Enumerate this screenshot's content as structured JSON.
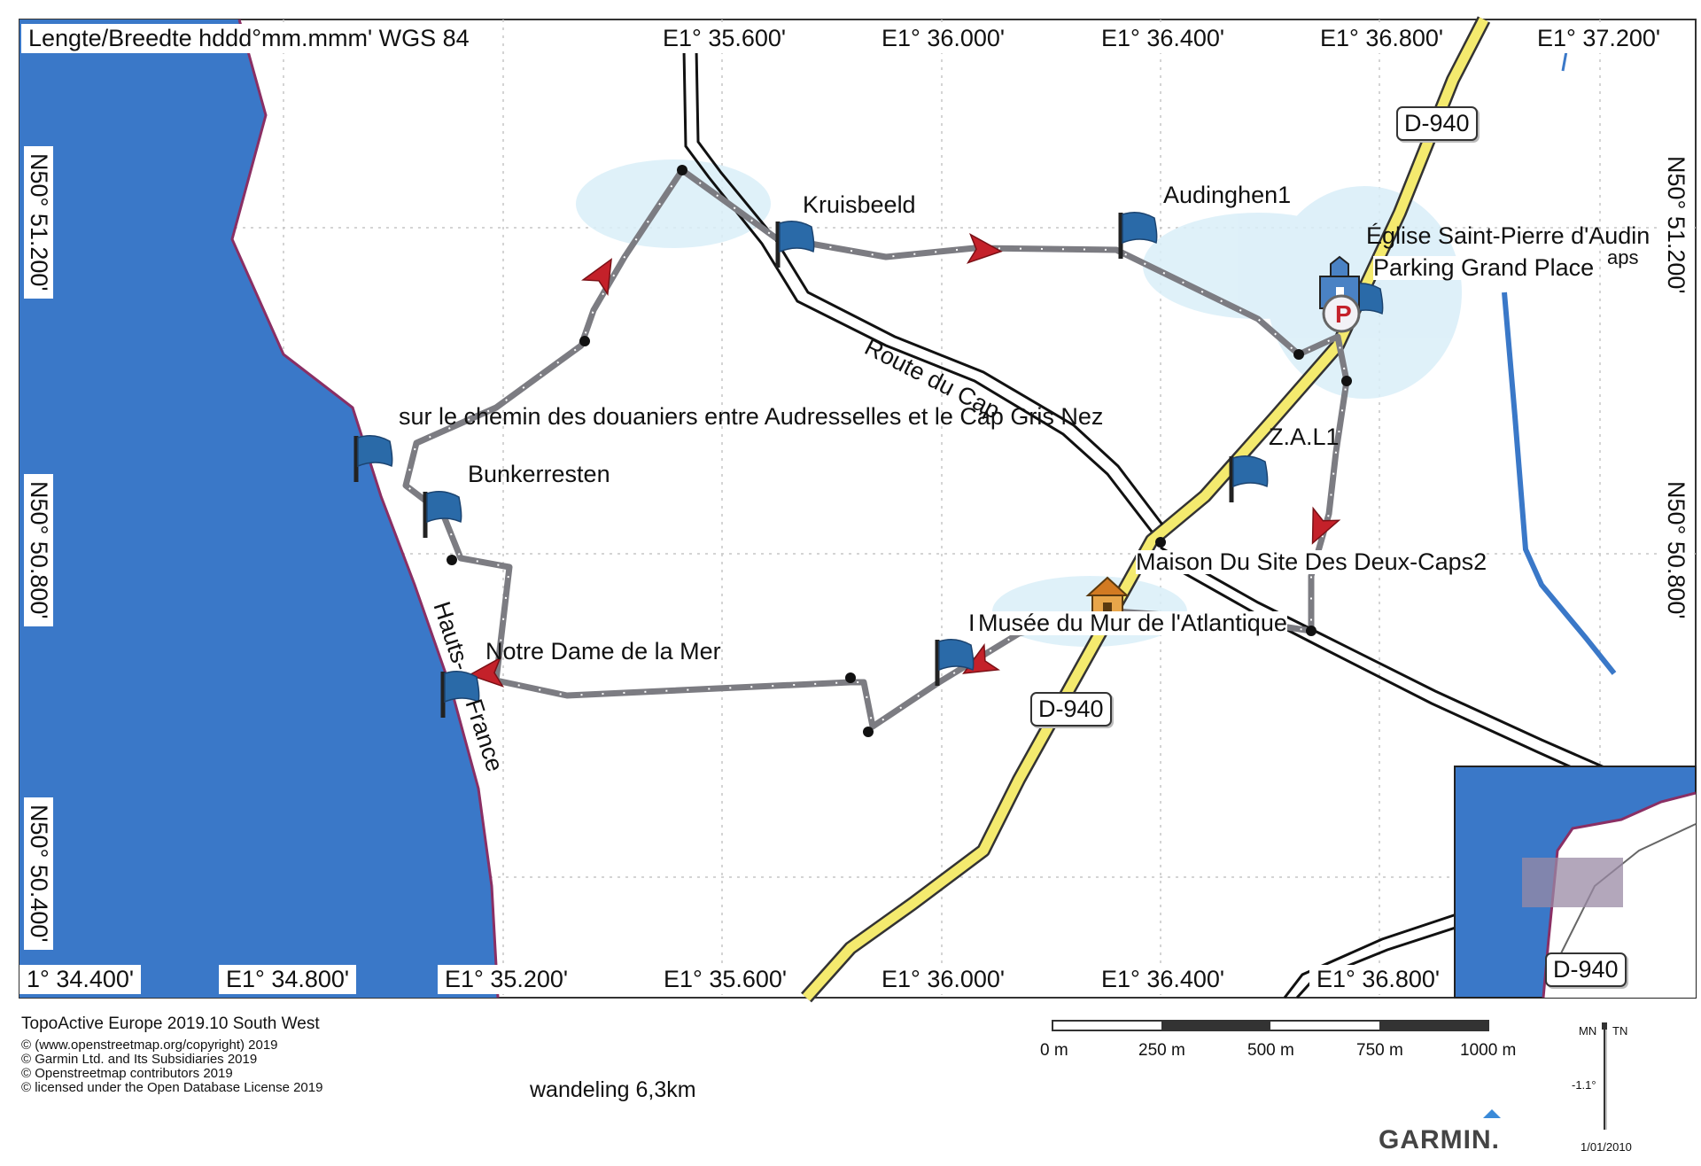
{
  "map": {
    "coord_system": "Lengte/Breedte hddd°mm.mmm' WGS 84",
    "top_longitudes": [
      "E1° 35.600'",
      "E1° 36.000'",
      "E1° 36.400'",
      "E1° 36.800'",
      "E1° 37.200'"
    ],
    "bottom_longitudes": [
      "1° 34.400'",
      "E1° 34.800'",
      "E1° 35.200'",
      "E1° 35.600'",
      "E1° 36.000'",
      "E1° 36.400'",
      "E1° 36.800'"
    ],
    "left_latitudes": [
      "N50° 51.200'",
      "N50° 50.800'",
      "N50° 50.400'"
    ],
    "right_latitudes": [
      "N50° 51.200'",
      "N50° 50.800'"
    ],
    "roads": {
      "d940_label": "D-940",
      "route_du_cap": "Route du Cap",
      "coast_label_1": "Hauts-",
      "coast_label_2": "France"
    },
    "waypoints": {
      "kruisbeeld": "Kruisbeeld",
      "audinghen": "Audinghen1",
      "eglise": "Église Saint-Pierre d'Audin",
      "eglise_tail": "aps",
      "parking": "Parking Grand Place",
      "chemin": "sur le chemin des douaniers entre Audresselles et le Cap Gris Nez",
      "bunker": "Bunkerresten",
      "zal": "Z.A.L1",
      "maison": "Maison Du Site Des Deux-Caps2",
      "musee": "Musée du Mur de l'Atlantique",
      "musee_prefix": "I",
      "notre_dame": "Notre Dame de la Mer"
    },
    "inset_road_label": "D-940",
    "colors": {
      "water": "#3a78c8",
      "road_yellow": "#f4ea6e",
      "track": "#7c7c82",
      "flag": "#2a6aa8",
      "arrow": "#c4212a"
    }
  },
  "footer": {
    "product": "TopoActive Europe 2019.10 South West",
    "credits": [
      "© (www.openstreetmap.org/copyright) 2019",
      "© Garmin Ltd. and Its Subsidiaries 2019",
      "© Openstreetmap contributors 2019",
      "© licensed under the Open Database License 2019"
    ],
    "caption": "wandeling 6,3km",
    "scale_labels": [
      "0 m",
      "250 m",
      "500 m",
      "750 m",
      "1000 m"
    ],
    "north": {
      "mn": "MN",
      "tn": "TN",
      "declination": "-1.1°",
      "date": "1/01/2010"
    },
    "brand": "GARMIN."
  }
}
